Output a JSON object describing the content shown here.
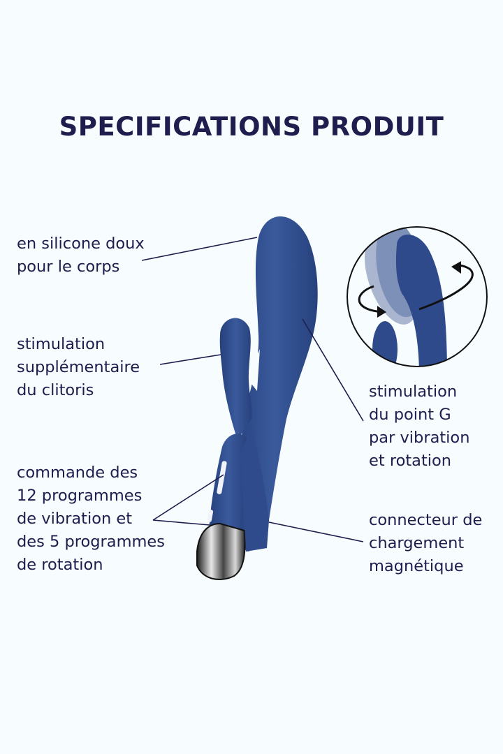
{
  "page": {
    "title": "SPECIFICATIONS PRODUIT",
    "background_color": "#f7fcfe",
    "text_color": "#1f1d4d",
    "product_color": "#2e4a8a"
  },
  "callouts": [
    {
      "id": "material",
      "text": "en silicone doux\npour le corps",
      "side": "left"
    },
    {
      "id": "clitoral",
      "text": "stimulation\nsupplémentaire\ndu clitoris",
      "side": "left"
    },
    {
      "id": "controls",
      "text": "commande des\n12 programmes\nde vibration et\ndes 5 programmes\nde rotation",
      "side": "left"
    },
    {
      "id": "gspot",
      "text": "stimulation\ndu point G\npar vibration\net rotation",
      "side": "right"
    },
    {
      "id": "charging",
      "text": "connecteur de\nchargement\nmagnétique",
      "side": "right"
    }
  ],
  "inset": {
    "description": "rotation-illustration",
    "icon": "rotation-arrows-icon"
  }
}
